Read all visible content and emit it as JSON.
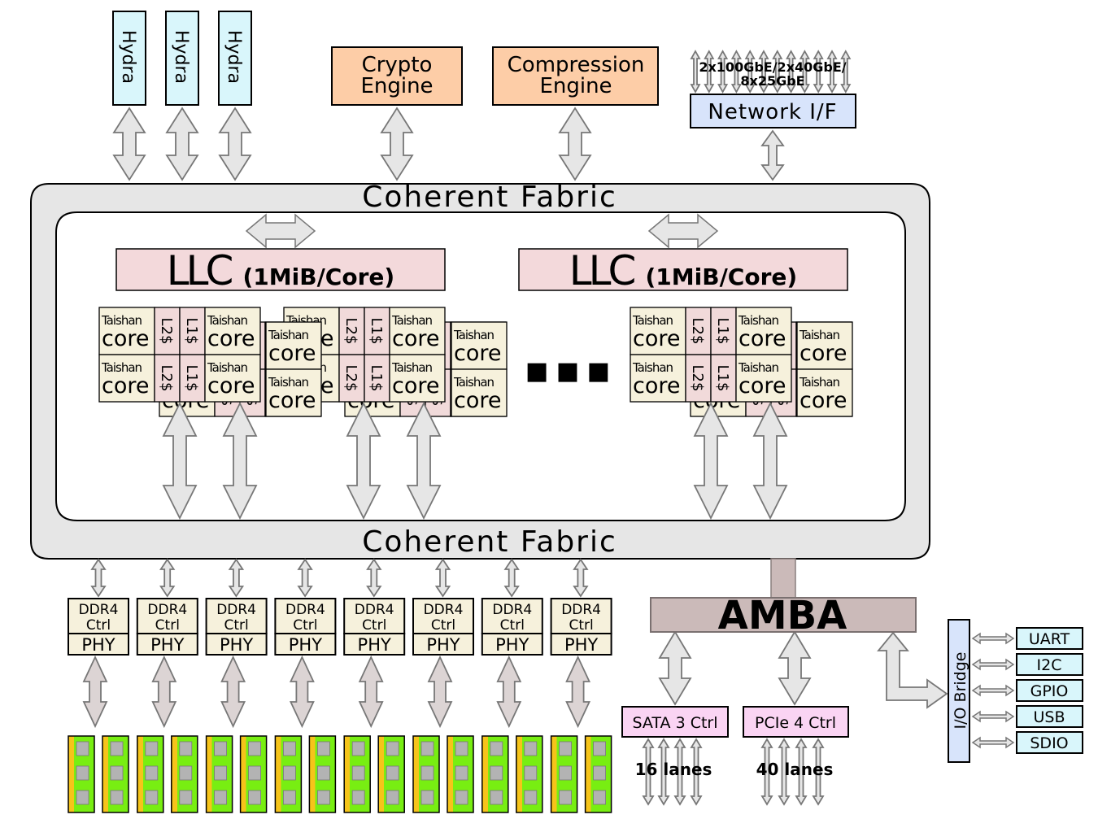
{
  "hydra": {
    "label": "Hydra",
    "count": 3
  },
  "crypto": {
    "line1": "Crypto",
    "line2": "Engine"
  },
  "compression": {
    "line1": "Compression",
    "line2": "Engine"
  },
  "network": {
    "label": "Network I/F",
    "speeds_line1": "2x100GbE/2x40GbE/",
    "speeds_line2": "8x25GbE"
  },
  "fabric": {
    "top_label": "Coherent Fabric",
    "bottom_label": "Coherent Fabric"
  },
  "llc": {
    "left_big": "LLC",
    "left_small": "(1MiB/Core)",
    "right_big": "LLC",
    "right_small": "(1MiB/Core)"
  },
  "core": {
    "small": "Taishan",
    "big": "core",
    "l2": "L2$",
    "l1": "L1$"
  },
  "ellipsis": "■ ■ ■",
  "ddr": {
    "ctrl_line1": "DDR4",
    "ctrl_line2": "Ctrl",
    "phy": "PHY",
    "count": 8
  },
  "amba": {
    "label": "AMBA"
  },
  "sata": {
    "label": "SATA 3 Ctrl",
    "lanes": "16 lanes"
  },
  "pcie": {
    "label": "PCIe 4 Ctrl",
    "lanes": "40 lanes"
  },
  "io_bridge": {
    "label": "I/O Bridge"
  },
  "io": {
    "items": [
      "UART",
      "I2C",
      "GPIO",
      "USB",
      "SDIO"
    ]
  },
  "colors": {
    "hydra": "#d9f6fb",
    "engine": "#fdcda7",
    "network": "#d8e4fb",
    "fabric": "#e6e6e6",
    "llc": "#f3d9db",
    "core": "#f6f1dc",
    "cache": "#f1dada",
    "amba": "#cbbab9",
    "ctrl_pink": "#fad4f3",
    "io_item": "#d9f6fb",
    "dimm_green": "#78ee12",
    "dimm_gold": "#f6c41a"
  }
}
